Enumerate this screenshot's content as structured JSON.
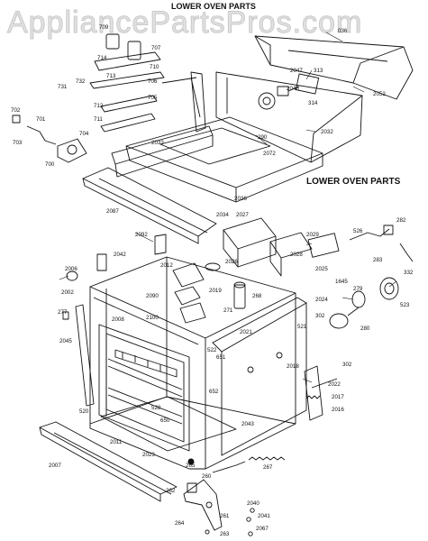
{
  "watermark": "AppliancePartsPros.com",
  "title_top": "LOWER OVEN PARTS",
  "title_mid": "LOWER OVEN PARTS",
  "labels": [
    {
      "text": "036"
    },
    {
      "text": "2047"
    },
    {
      "text": "313"
    },
    {
      "text": "2048"
    },
    {
      "text": "314"
    },
    {
      "text": "2052"
    },
    {
      "text": "2032"
    },
    {
      "text": "290"
    },
    {
      "text": "2072"
    },
    {
      "text": "709"
    },
    {
      "text": "714"
    },
    {
      "text": "707"
    },
    {
      "text": "713"
    },
    {
      "text": "710"
    },
    {
      "text": "732"
    },
    {
      "text": "706"
    },
    {
      "text": "731"
    },
    {
      "text": "705"
    },
    {
      "text": "712"
    },
    {
      "text": "702"
    },
    {
      "text": "711"
    },
    {
      "text": "701"
    },
    {
      "text": "704"
    },
    {
      "text": "2033"
    },
    {
      "text": "703"
    },
    {
      "text": "700"
    },
    {
      "text": "2087"
    },
    {
      "text": "2036"
    },
    {
      "text": "2034"
    },
    {
      "text": "2027"
    },
    {
      "text": "2029"
    },
    {
      "text": "526"
    },
    {
      "text": "282"
    },
    {
      "text": "283"
    },
    {
      "text": "332"
    },
    {
      "text": "2092"
    },
    {
      "text": "2042"
    },
    {
      "text": "2028"
    },
    {
      "text": "2025"
    },
    {
      "text": "1645"
    },
    {
      "text": "2006"
    },
    {
      "text": "2012"
    },
    {
      "text": "2026"
    },
    {
      "text": "2024"
    },
    {
      "text": "279"
    },
    {
      "text": "523"
    },
    {
      "text": "2002"
    },
    {
      "text": "2090"
    },
    {
      "text": "2019"
    },
    {
      "text": "268"
    },
    {
      "text": "271"
    },
    {
      "text": "521"
    },
    {
      "text": "302"
    },
    {
      "text": "277"
    },
    {
      "text": "2100"
    },
    {
      "text": "280"
    },
    {
      "text": "2045"
    },
    {
      "text": "2008"
    },
    {
      "text": "2021"
    },
    {
      "text": "522"
    },
    {
      "text": "651"
    },
    {
      "text": "302"
    },
    {
      "text": "2018"
    },
    {
      "text": "2022"
    },
    {
      "text": "652"
    },
    {
      "text": "2017"
    },
    {
      "text": "520"
    },
    {
      "text": "528"
    },
    {
      "text": "2016"
    },
    {
      "text": "650"
    },
    {
      "text": "2043"
    },
    {
      "text": "2011"
    },
    {
      "text": "2023"
    },
    {
      "text": "2007"
    },
    {
      "text": "265"
    },
    {
      "text": "267"
    },
    {
      "text": "260"
    },
    {
      "text": "262"
    },
    {
      "text": "2040"
    },
    {
      "text": "2041"
    },
    {
      "text": "264"
    },
    {
      "text": "261"
    },
    {
      "text": "263"
    },
    {
      "text": "2067"
    }
  ]
}
